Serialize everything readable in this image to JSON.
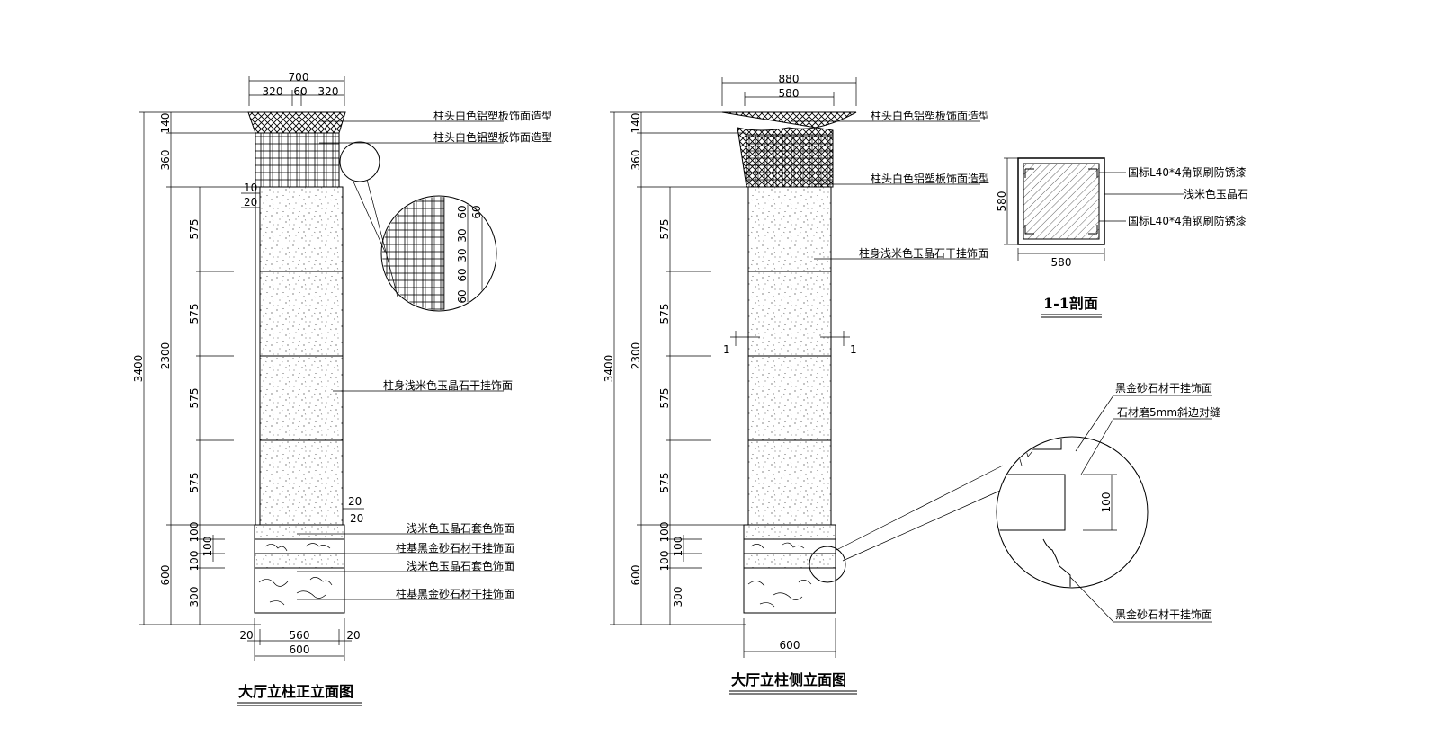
{
  "front": {
    "title": "大厅立柱正立面图",
    "top_dims": {
      "overall": "700",
      "left": "320",
      "mid": "60",
      "right": "320"
    },
    "height_dims": {
      "total": "3400",
      "head_top": "140",
      "head_band": "360",
      "shaft": "2300",
      "panel": "575",
      "base": "600",
      "base_band": "100",
      "base_block": "300"
    },
    "small_dims": {
      "d10": "10",
      "d20": "20",
      "b20": "20"
    },
    "bottom_dims": {
      "left": "20",
      "mid": "560",
      "right": "20",
      "overall": "600"
    },
    "labels": {
      "head1": "柱头白色铝塑板饰面造型",
      "head2": "柱头白色铝塑板饰面造型",
      "shaft": "柱身浅米色玉晶石干挂饰面",
      "band1": "浅米色玉晶石套色饰面",
      "base1": "柱基黑金砂石材干挂饰面",
      "band2": "浅米色玉晶石套色饰面",
      "base2": "柱基黑金砂石材干挂饰面"
    },
    "detail_dims": [
      "60",
      "60",
      "30",
      "30",
      "60",
      "60"
    ]
  },
  "side": {
    "title": "大厅立柱侧立面图",
    "top_dims": {
      "overall": "880",
      "inner": "580"
    },
    "height_dims": {
      "total": "3400",
      "head_top": "140",
      "head_band": "360",
      "shaft": "2300",
      "panel": "575",
      "base": "600",
      "base_band": "100",
      "base_block": "300"
    },
    "section_marks": {
      "left": "1",
      "right": "1"
    },
    "bottom_dim": "600",
    "labels": {
      "head1": "柱头白色铝塑板饰面造型",
      "head2": "柱头白色铝塑板饰面造型",
      "shaft": "柱身浅米色玉晶石干挂饰面"
    }
  },
  "section": {
    "title": "1-1剖面",
    "dim_side": "580",
    "dim_bottom": "580",
    "labels": {
      "steel1": "国标L40*4角钢刷防锈漆",
      "stone": "浅米色玉晶石",
      "steel2": "国标L40*4角钢刷防锈漆"
    }
  },
  "base_detail": {
    "dim": "100",
    "labels": {
      "top": "黑金砂石材干挂饰面",
      "joint": "石材磨5mm斜边对缝",
      "bottom": "黑金砂石材干挂饰面"
    }
  }
}
